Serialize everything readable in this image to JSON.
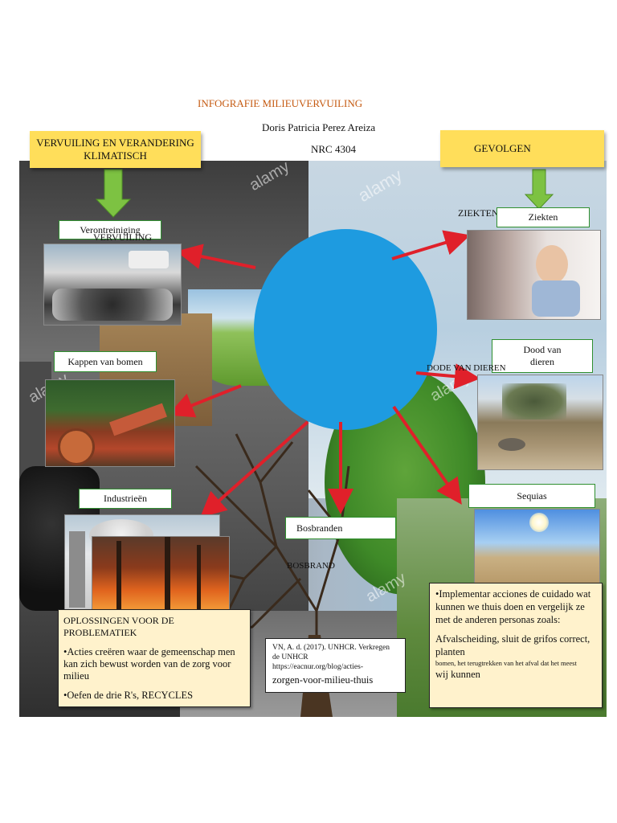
{
  "header": {
    "title": "INFOGRAFIE MILIEUVERVUILING",
    "author": "Doris Patricia Perez Areiza",
    "code": "NRC 4304"
  },
  "left_header": {
    "line1": "VERVUILING EN VERANDERING",
    "line2": "KLIMATISCH"
  },
  "right_header": {
    "label": "GEVOLGEN"
  },
  "causes": {
    "verontreiniging": "Verontreiniging",
    "vervuiling_overlay": "VERVUILING",
    "kappen": "Kappen van bomen",
    "industrieen": "Industrieën",
    "bosbranden": "Bosbranden",
    "bosbrand_overlay": "BOSBRAND"
  },
  "effects": {
    "ziekten_overlay": "ZIEKTEN",
    "ziekten": "Ziekten",
    "dood_line1": "Dood van",
    "dood_line2": "dieren",
    "dode_overlay": "DODE VAN DIEREN",
    "sequias": "Sequias"
  },
  "solutions": {
    "title": "OPLOSSINGEN VOOR DE PROBLEMATIEK",
    "bullet1": "•Acties creëren waar de gemeenschap men kan zich bewust worden van de zorg voor milieu",
    "bullet2": "•Oefen de drie R's, RECYCLES"
  },
  "reference": {
    "line1": "VN, A. d. (2017). UNHCR. Verkregen de UNHCR",
    "line2": "https://eacnur.org/blog/acties-",
    "line3": "zorgen-voor-milieu-thuis"
  },
  "actions": {
    "intro": "•Implementar acciones de cuidado wat kunnen we thuis doen en vergelijk ze met de anderen personas zoals:",
    "line1": "Afvalscheiding, sluit de grifos correct, planten",
    "line2": "bomen, het terugtrekken van het afval dat het meest",
    "line3": "wij kunnen"
  },
  "watermark": "alamy",
  "colors": {
    "title_orange": "#c55a11",
    "header_yellow": "#ffde5a",
    "circle_blue": "#1e9be0",
    "arrow_red": "#e0202a",
    "arrow_green": "#7dc242",
    "box_border_green": "#2f8f2f",
    "note_cream": "#fff2cc"
  },
  "icons": [
    "green-down-arrow-icon",
    "red-arrow-icon"
  ]
}
